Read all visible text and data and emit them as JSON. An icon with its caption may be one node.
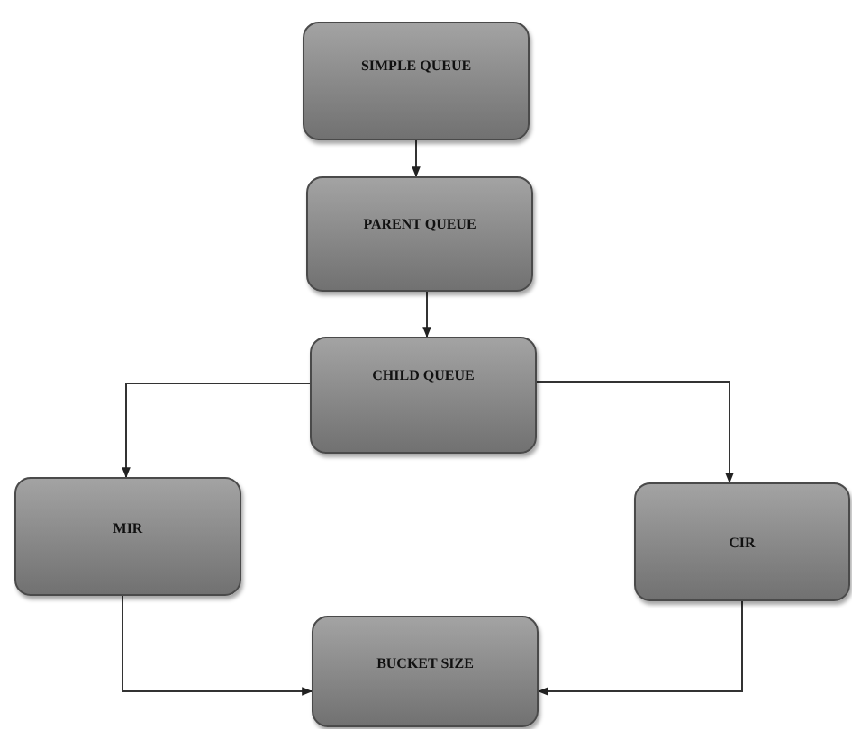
{
  "diagram": {
    "nodes": [
      {
        "text": [
          "SIMPLE QUEUE"
        ]
      },
      {
        "text": [
          "PARENT QUEUE"
        ]
      },
      {
        "text": [
          "CHILD QUEUE"
        ]
      },
      {
        "text": [
          "MIR"
        ]
      },
      {
        "text": [
          "CIR"
        ]
      },
      {
        "text": [
          "BUCKET SIZE"
        ]
      }
    ],
    "edges": [
      {
        "from": 0,
        "to": 1,
        "arrow": "to"
      },
      {
        "from": 1,
        "to": 2,
        "arrow": "to"
      },
      {
        "from": 2,
        "to": 3,
        "arrow": "to"
      },
      {
        "from": 2,
        "to": 4,
        "arrow": "to"
      },
      {
        "from": 3,
        "to": 5,
        "arrow": "to"
      },
      {
        "from": 4,
        "to": 5,
        "arrow": "to"
      }
    ]
  }
}
